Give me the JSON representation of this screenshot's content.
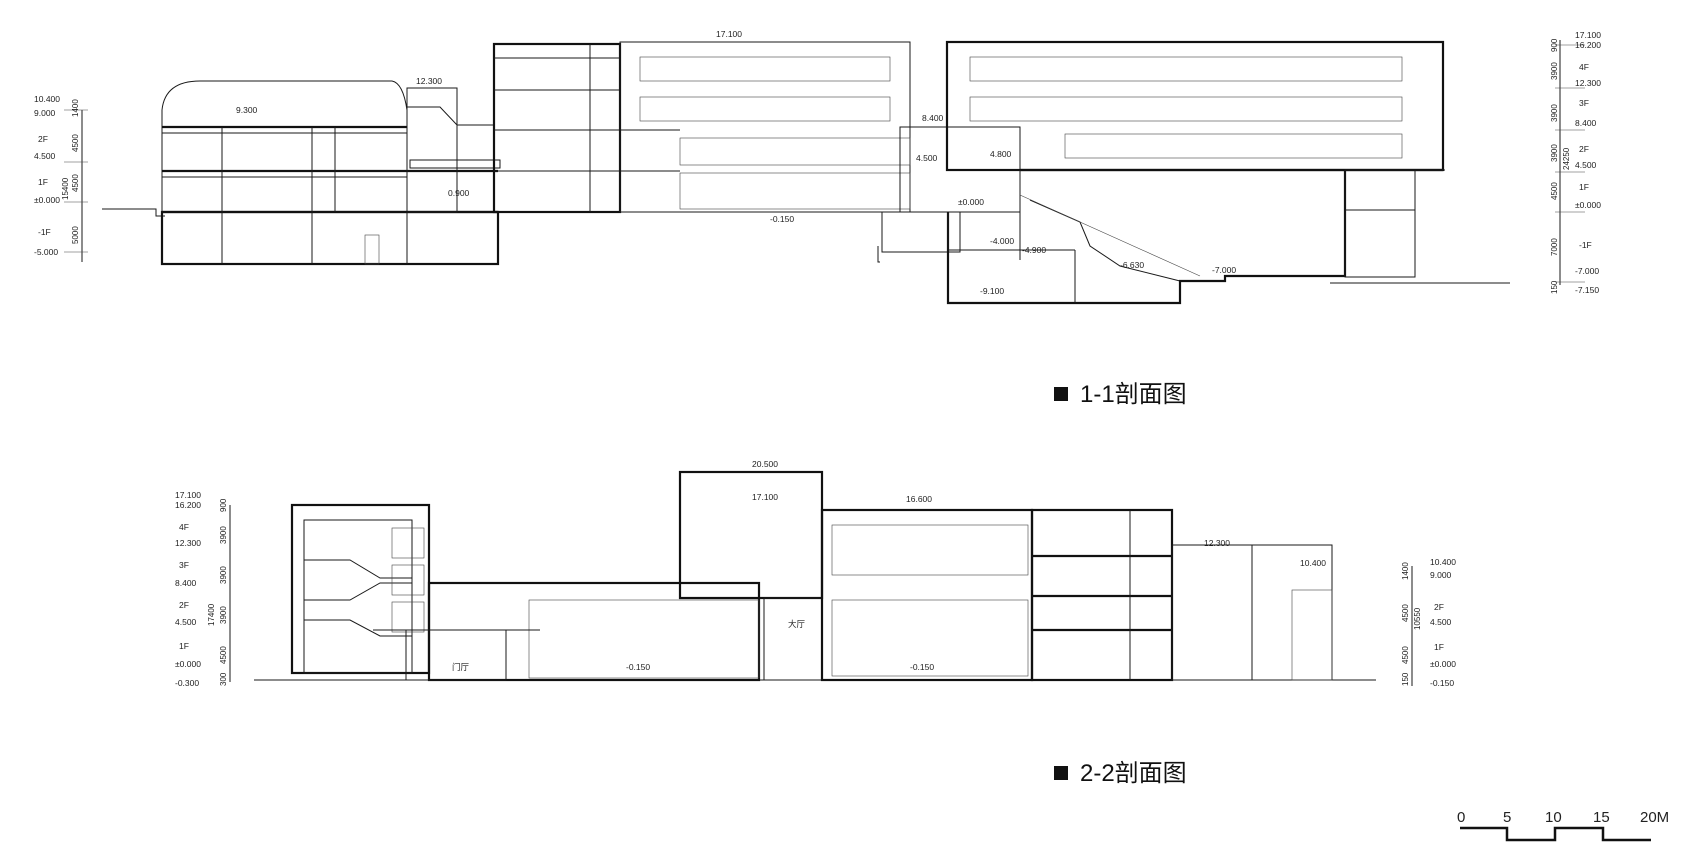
{
  "section_1": {
    "title": "1-1剖面图",
    "left_elevations": [
      "10.400",
      "9.000",
      "4.500",
      "±0.000",
      "-5.000"
    ],
    "left_floors": [
      "2F",
      "1F",
      "-1F"
    ],
    "left_dims": [
      "1400",
      "4500",
      "4500",
      "15400",
      "5000"
    ],
    "right_elevations": [
      "17.100",
      "16.200",
      "12.300",
      "8.400",
      "4.500",
      "±0.000",
      "-7.000",
      "-7.150"
    ],
    "right_floors": [
      "4F",
      "3F",
      "2F",
      "1F",
      "-1F"
    ],
    "right_dims": [
      "900",
      "3900",
      "3900",
      "3900",
      "4500",
      "24250",
      "7000",
      "150"
    ],
    "marks": [
      "17.100",
      "12.300",
      "9.300",
      "8.400",
      "4.500",
      "4.800",
      "0.900",
      "±0.000",
      "-0.150",
      "-4.000",
      "-4.900",
      "-6.630",
      "-7.000",
      "-9.100"
    ]
  },
  "section_2": {
    "title": "2-2剖面图",
    "left_elevations": [
      "17.100",
      "16.200",
      "12.300",
      "8.400",
      "4.500",
      "±0.000",
      "-0.300"
    ],
    "left_floors": [
      "4F",
      "3F",
      "2F",
      "1F"
    ],
    "left_dims": [
      "900",
      "3900",
      "3900",
      "17400",
      "3900",
      "4500",
      "300"
    ],
    "right_elevations": [
      "10.400",
      "9.000",
      "4.500",
      "±0.000",
      "-0.150"
    ],
    "right_floors": [
      "2F",
      "1F"
    ],
    "right_dims": [
      "1400",
      "4500",
      "10550",
      "4500",
      "150"
    ],
    "marks": [
      "20.500",
      "17.100",
      "16.600",
      "12.300",
      "10.400",
      "-0.150",
      "-0.150"
    ],
    "room_labels": [
      "门厅",
      "大厅"
    ]
  },
  "scale_bar": {
    "labels": [
      "0",
      "5",
      "10",
      "15",
      "20M"
    ]
  }
}
